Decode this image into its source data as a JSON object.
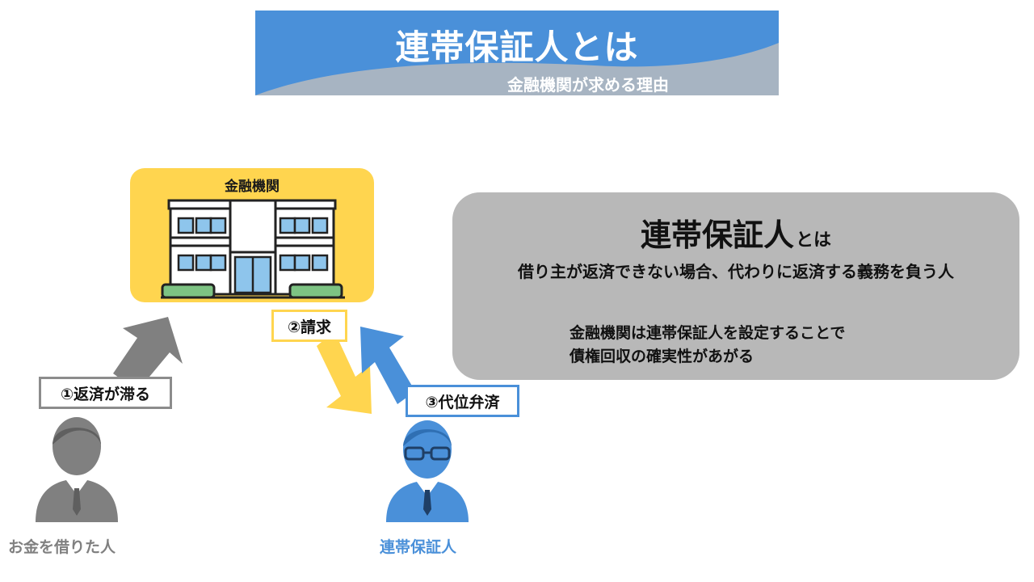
{
  "banner": {
    "title": "連帯保証人とは",
    "subtitle": "金融機関が求める理由"
  },
  "bank": {
    "label": "金融機関",
    "icon": "building-icon"
  },
  "steps": [
    {
      "label": "①返済が滞る",
      "color": "#8c8c8c"
    },
    {
      "label": "②請求",
      "color": "#ffd54f"
    },
    {
      "label": "③代位弁済",
      "color": "#4a90d9"
    }
  ],
  "persons": {
    "borrower": {
      "label": "お金を借りた人",
      "icon": "person-icon",
      "color": "#808080"
    },
    "guarantor": {
      "label": "連帯保証人",
      "icon": "person-glasses-icon",
      "color": "#4a90d9"
    }
  },
  "panel": {
    "title_main": "連帯保証人",
    "title_suffix": "とは",
    "definition": "借り主が返済できない場合、代わりに返済する義務を負う人",
    "note_line1": "金融機関は連帯保証人を設定することで",
    "note_line2": "債権回収の確実性があがる"
  },
  "colors": {
    "banner_blue": "#4a90d9",
    "banner_grey": "#a7b4c2",
    "bank_yellow": "#ffd54f",
    "panel_grey": "#b8b8b8"
  }
}
